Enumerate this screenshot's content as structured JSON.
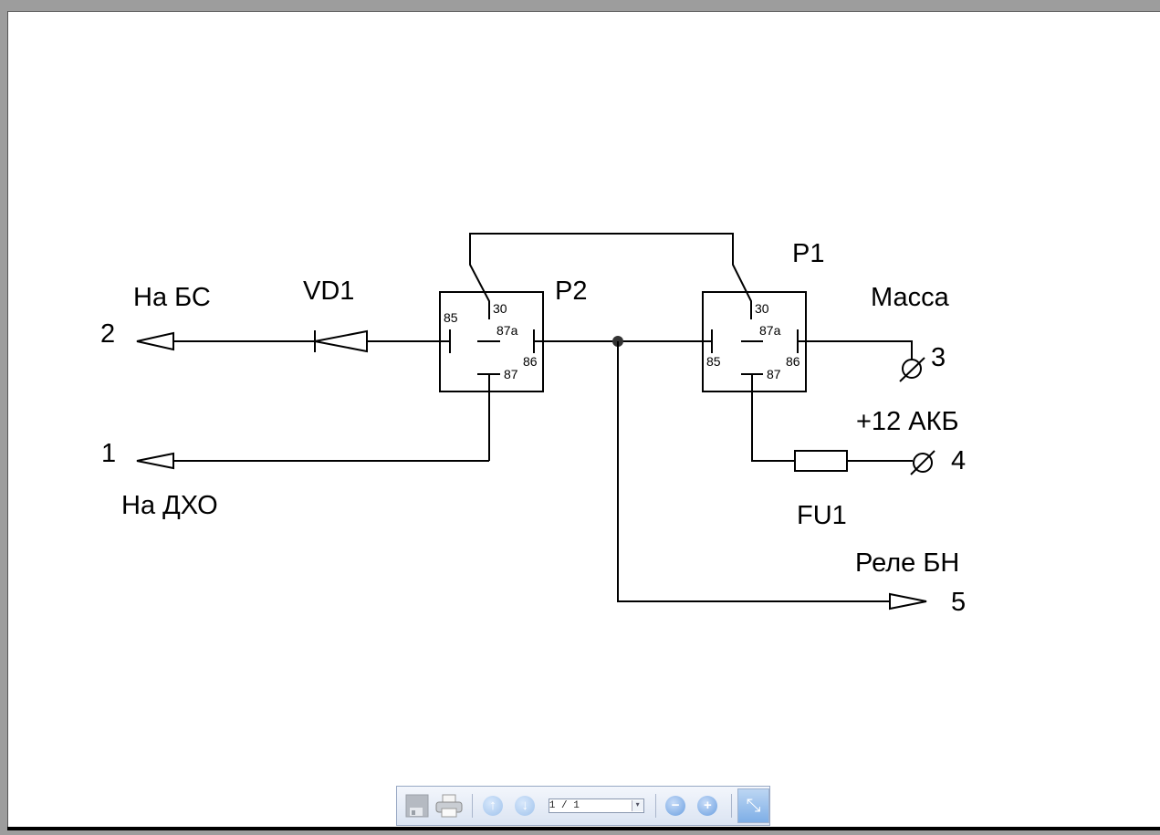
{
  "viewer": {
    "toolbar": {
      "save_icon": "floppy-disk-icon",
      "print_icon": "printer-icon",
      "prev_icon": "arrow-up-icon",
      "next_icon": "arrow-down-icon",
      "page_value": "1 / 1",
      "dropdown_icon": "▾",
      "zoom_out_icon": "−",
      "zoom_in_icon": "+",
      "fit_icon": "⤡"
    }
  },
  "schematic": {
    "relays": [
      {
        "id": "P2",
        "label": "P2",
        "pins": {
          "p30": "30",
          "p87a": "87a",
          "p85": "85",
          "p86": "86",
          "p87": "87"
        }
      },
      {
        "id": "P1",
        "label": "P1",
        "pins": {
          "p30": "30",
          "p87a": "87a",
          "p85": "85",
          "p86": "86",
          "p87": "87"
        }
      }
    ],
    "diode": {
      "label": "VD1"
    },
    "fuse": {
      "label": "FU1"
    },
    "terminals": [
      {
        "number": "2",
        "label": "На БС"
      },
      {
        "number": "1",
        "label": "На ДХО"
      },
      {
        "number": "3",
        "label": "Масса"
      },
      {
        "number": "4",
        "label": "+12 АКБ"
      },
      {
        "number": "5",
        "label": "Реле БН"
      }
    ]
  }
}
